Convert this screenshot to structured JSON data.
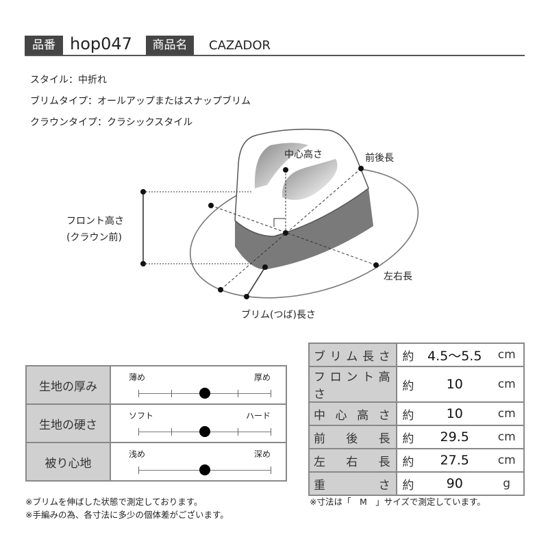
{
  "header": {
    "code_label": "品番",
    "code": "hop047",
    "name_label": "商品名",
    "name": "CAZADOR"
  },
  "specs": [
    "スタイル：中折れ",
    "ブリムタイプ：オールアップまたはスナップブリム",
    "クラウンタイプ：クラシックスタイル"
  ],
  "diagram": {
    "center_height": "中心高さ",
    "front_back": "前後長",
    "left_right": "左右長",
    "brim_length": "ブリム(つば)長さ",
    "front_height_1": "フロント高さ",
    "front_height_2": "(クラウン前)"
  },
  "fabric": [
    {
      "label": "生地の厚み",
      "min": "薄め",
      "max": "厚め",
      "ticks": 5,
      "level": 0.5
    },
    {
      "label": "生地の硬さ",
      "min": "ソフト",
      "max": "ハード",
      "ticks": 5,
      "level": 0.5
    },
    {
      "label": "被り心地",
      "min": "浅め",
      "max": "深め",
      "ticks": 2,
      "level": 0.5
    }
  ],
  "sizes": [
    {
      "label": "ブリム長さ",
      "approx": "約",
      "value": "4.5〜5.5",
      "unit": "cm"
    },
    {
      "label": "フロント高さ",
      "approx": "約",
      "value": "10",
      "unit": "cm"
    },
    {
      "label": "中心高さ",
      "approx": "約",
      "value": "10",
      "unit": "cm"
    },
    {
      "label": "前後長",
      "approx": "約",
      "value": "29.5",
      "unit": "cm"
    },
    {
      "label": "左右長",
      "approx": "約",
      "value": "27.5",
      "unit": "cm"
    },
    {
      "label": "重さ",
      "approx": "約",
      "value": "90",
      "unit": "g"
    }
  ],
  "notes_left": [
    "※ブリムを伸ばした状態で測定しております。",
    "※手編みの為、各寸法に多少の個体差がございます。"
  ],
  "note_right": "※寸法は「　M　」サイズで測定しています。"
}
